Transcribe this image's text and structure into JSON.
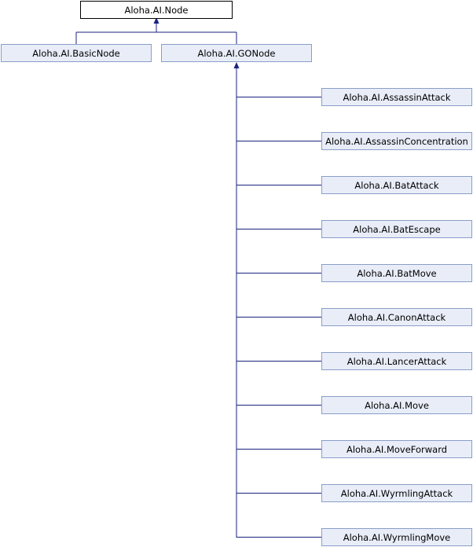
{
  "diagram": {
    "root": {
      "label": "Aloha.AI.Node"
    },
    "level1": [
      {
        "label": "Aloha.AI.BasicNode"
      },
      {
        "label": "Aloha.AI.GONode"
      }
    ],
    "gonode_children": [
      {
        "label": "Aloha.AI.AssassinAttack"
      },
      {
        "label": "Aloha.AI.AssassinConcentration"
      },
      {
        "label": "Aloha.AI.BatAttack"
      },
      {
        "label": "Aloha.AI.BatEscape"
      },
      {
        "label": "Aloha.AI.BatMove"
      },
      {
        "label": "Aloha.AI.CanonAttack"
      },
      {
        "label": "Aloha.AI.LancerAttack"
      },
      {
        "label": "Aloha.AI.Move"
      },
      {
        "label": "Aloha.AI.MoveForward"
      },
      {
        "label": "Aloha.AI.WyrmlingAttack"
      },
      {
        "label": "Aloha.AI.WyrmlingMove"
      }
    ],
    "colors": {
      "edge": "#1a237e",
      "node_fill": "#e8edf8",
      "node_border": "#8a9ec9",
      "root_border": "#000000"
    }
  }
}
